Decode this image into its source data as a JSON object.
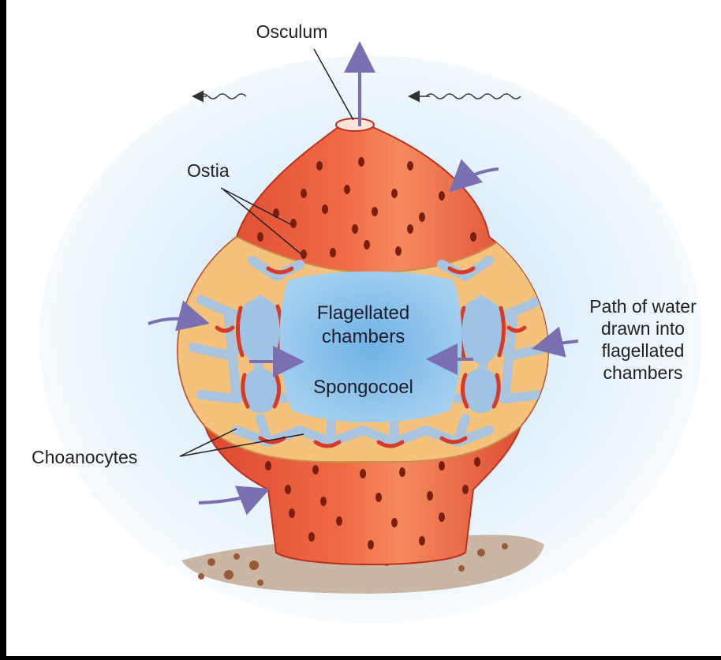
{
  "labels": {
    "osculum": "Osculum",
    "ostia": "Ostia",
    "flagellated_chambers_line1": "Flagellated",
    "flagellated_chambers_line2": "chambers",
    "spongocoel": "Spongocoel",
    "path_line1": "Path of water",
    "path_line2": "drawn into",
    "path_line3": "flagellated",
    "path_line4": "chambers",
    "choanocytes": "Choanocytes"
  },
  "colors": {
    "background": "#000000",
    "panel": "#ffffff",
    "sponge_body": "#e8553a",
    "sponge_highlight": "#f58a5e",
    "mesohyl": "#f4c27a",
    "canal": "#a9c4de",
    "spongocoel": "#8fc4ea",
    "choanocyte": "#d83a2a",
    "arrow": "#7a6fb0"
  },
  "icons": {
    "water_out": "arrow-up-icon",
    "water_in": "curved-arrow-icon",
    "current": "wavy-arrow-icon"
  }
}
